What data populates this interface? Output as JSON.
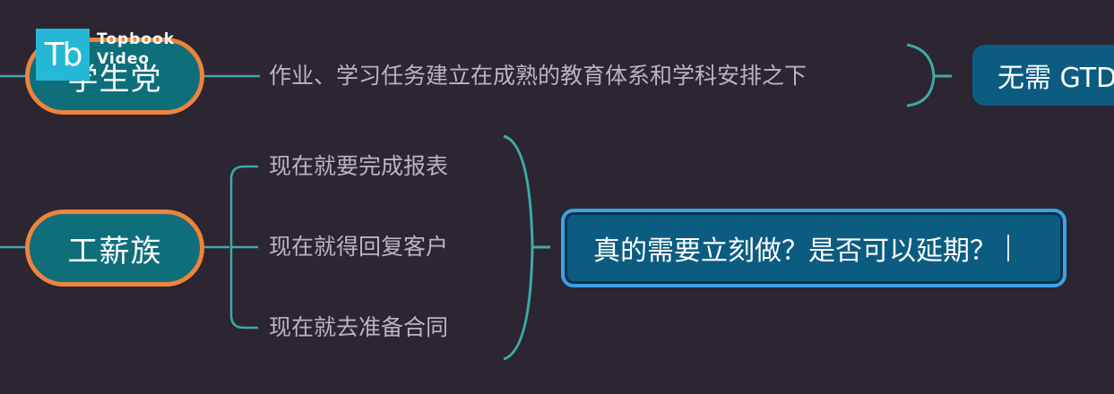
{
  "watermark": {
    "mark": "Tb",
    "line1": "Topbook",
    "line2": "Video"
  },
  "nodes": {
    "student": {
      "label": "学生党",
      "branch": "作业、学习任务建立在成熟的教育体系和学科安排之下",
      "result": "无需 GTD"
    },
    "worker": {
      "label": "工薪族",
      "branches": [
        "现在就要完成报表",
        "现在就得回复客户",
        "现在就去准备合同"
      ],
      "result": "真的需要立刻做？是否可以延期？"
    }
  },
  "colors": {
    "background": "#2b2631",
    "node_fill": "#0e6f7b",
    "node_border": "#f0833a",
    "connector": "#3fa9a8",
    "result_fill": "#0c5c82",
    "selection": "#3aa2e6"
  }
}
